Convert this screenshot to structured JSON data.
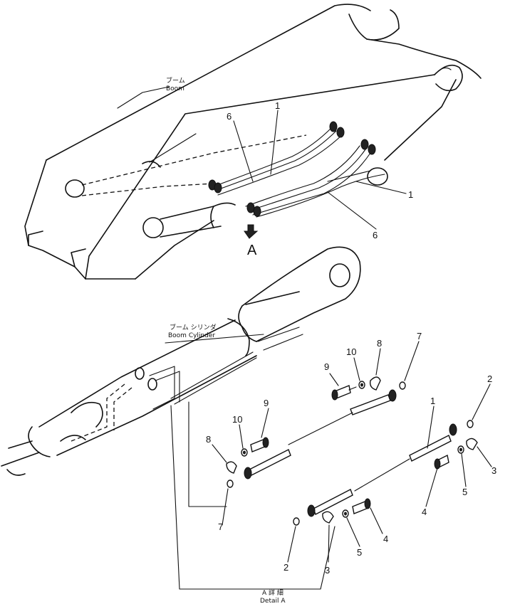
{
  "labels": {
    "boom_jp": "ブーム",
    "boom_en": "Boom",
    "cyl_jp": "ブーム シリンダ",
    "cyl_en": "Boom Cylinder",
    "detail_jp": "A 詳 細",
    "detail_en": "Detail A",
    "view_marker": "A"
  },
  "callouts": {
    "c1a": "1",
    "c6a": "6",
    "c1b": "1",
    "c6b": "6",
    "d9a": "9",
    "d10a": "10",
    "d8a": "8",
    "d7a": "7",
    "d9b": "9",
    "d10b": "10",
    "d8b": "8",
    "d7b": "7",
    "d1": "1",
    "d2a": "2",
    "d3a": "3",
    "d4a": "4",
    "d5a": "5",
    "d2b": "2",
    "d3b": "3",
    "d4b": "4",
    "d5b": "5"
  }
}
